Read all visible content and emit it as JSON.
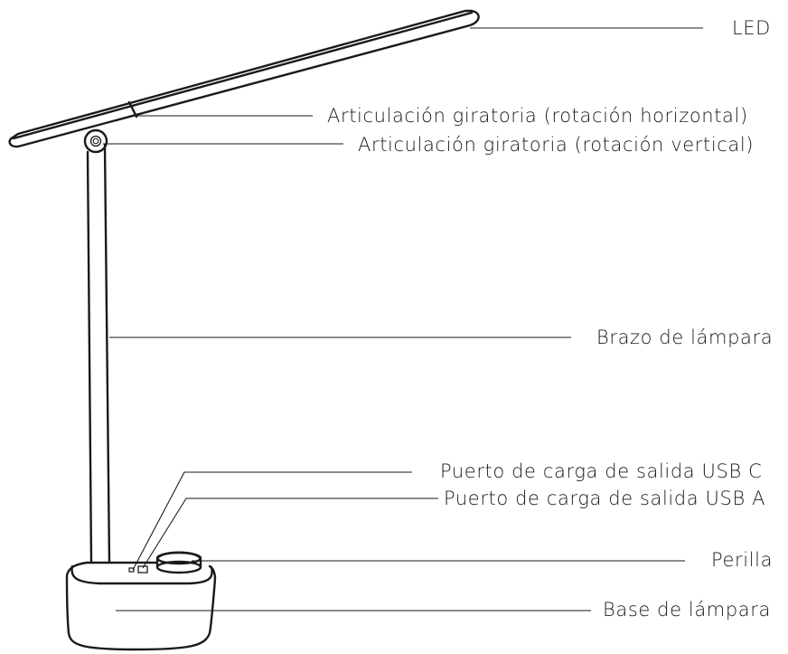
{
  "labels": {
    "led": "LED",
    "joint_horizontal": "Articulación giratoria (rotación horizontal)",
    "joint_vertical": "Articulación giratoria (rotación vertical)",
    "arm": "Brazo de lámpara",
    "usb_c": "Puerto de carga de salida USB C",
    "usb_a": "Puerto de carga de salida USB A",
    "knob": "Perilla",
    "base": "Base de lámpara"
  },
  "colors": {
    "line": "#1a1a1a",
    "background": "#ffffff"
  }
}
